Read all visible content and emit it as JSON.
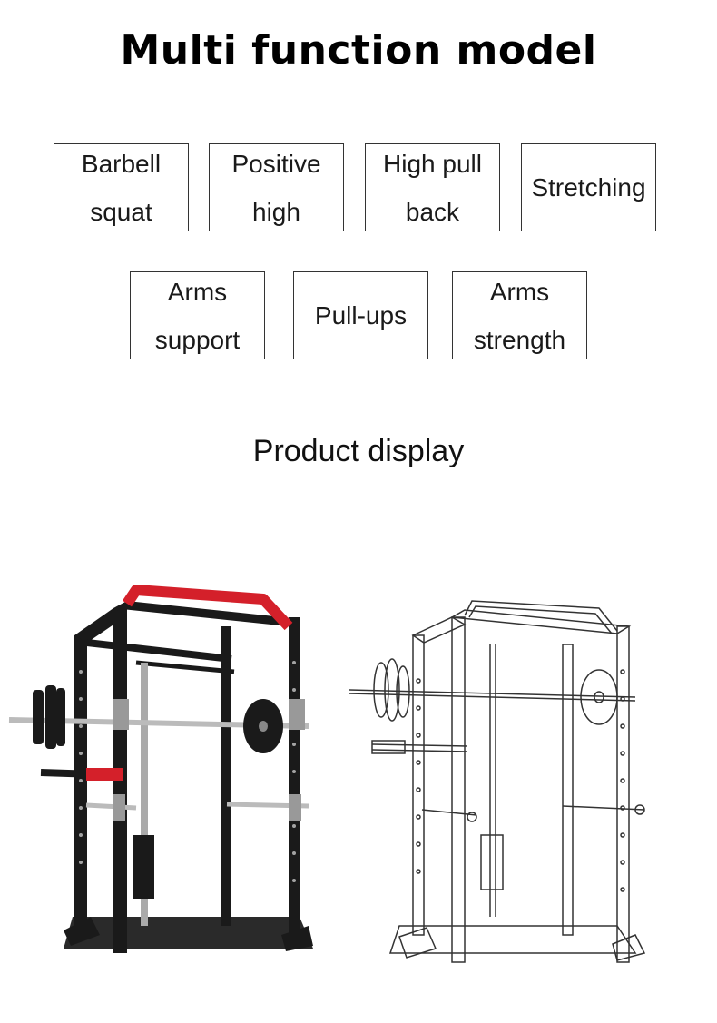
{
  "heading": "Multi function model",
  "functions": [
    {
      "label": "Barbell\nsquat"
    },
    {
      "label": "Positive\nhigh"
    },
    {
      "label": "High pull\nback"
    },
    {
      "label": "Stretching"
    },
    {
      "label": "Arms\nsupport"
    },
    {
      "label": "Pull-ups"
    },
    {
      "label": "Arms\nstrength"
    }
  ],
  "section_heading": "Product display",
  "colors": {
    "frame": "#1a1a1a",
    "pullup_bar": "#d4202a",
    "outline": "#333333"
  },
  "images": [
    {
      "name": "power-rack-photo",
      "style": "black frame with red pull-up bar"
    },
    {
      "name": "power-rack-sketch",
      "style": "line drawing"
    }
  ]
}
